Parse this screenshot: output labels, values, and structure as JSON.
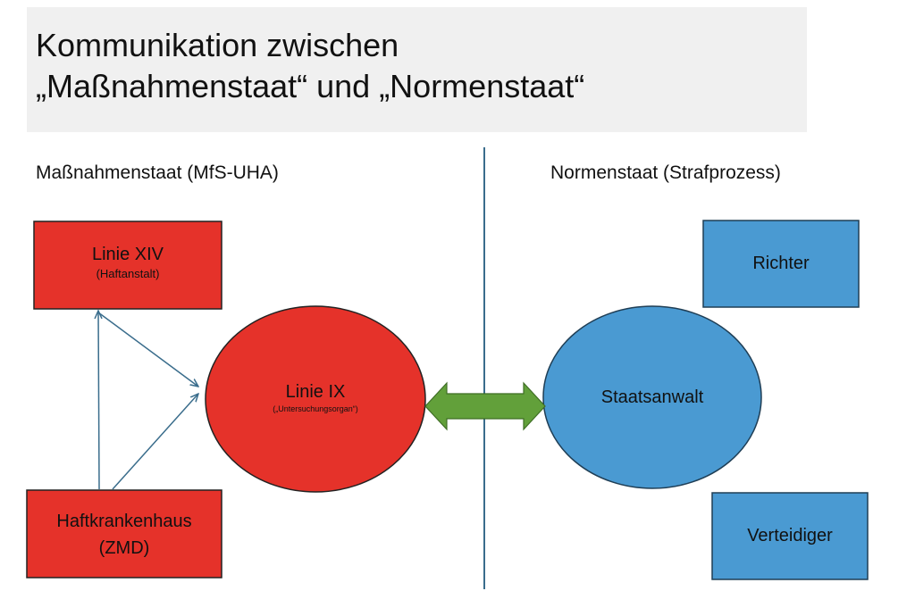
{
  "title": {
    "line1": "Kommunikation zwischen",
    "line2": "„Maßnahmenstaat“ und „Normenstaat“"
  },
  "sections": {
    "left": "Maßnahmenstaat (MfS-UHA)",
    "right": "Normenstaat (Strafprozess)"
  },
  "nodes": {
    "linie_xiv": {
      "label": "Linie XIV",
      "sub": "(Haftanstalt)"
    },
    "haftkrankenhaus": {
      "label": "Haftkrankenhaus",
      "sub": "(ZMD)"
    },
    "linie_ix": {
      "label": "Linie IX",
      "sub": "(„Untersuchungsorgan“)"
    },
    "staatsanwalt": {
      "label": "Staatsanwalt"
    },
    "richter": {
      "label": "Richter"
    },
    "verteidiger": {
      "label": "Verteidiger"
    }
  },
  "colors": {
    "red": "#e5322a",
    "blue": "#4a9ad2",
    "green": "#62a03a",
    "line": "#3a6d8c"
  }
}
